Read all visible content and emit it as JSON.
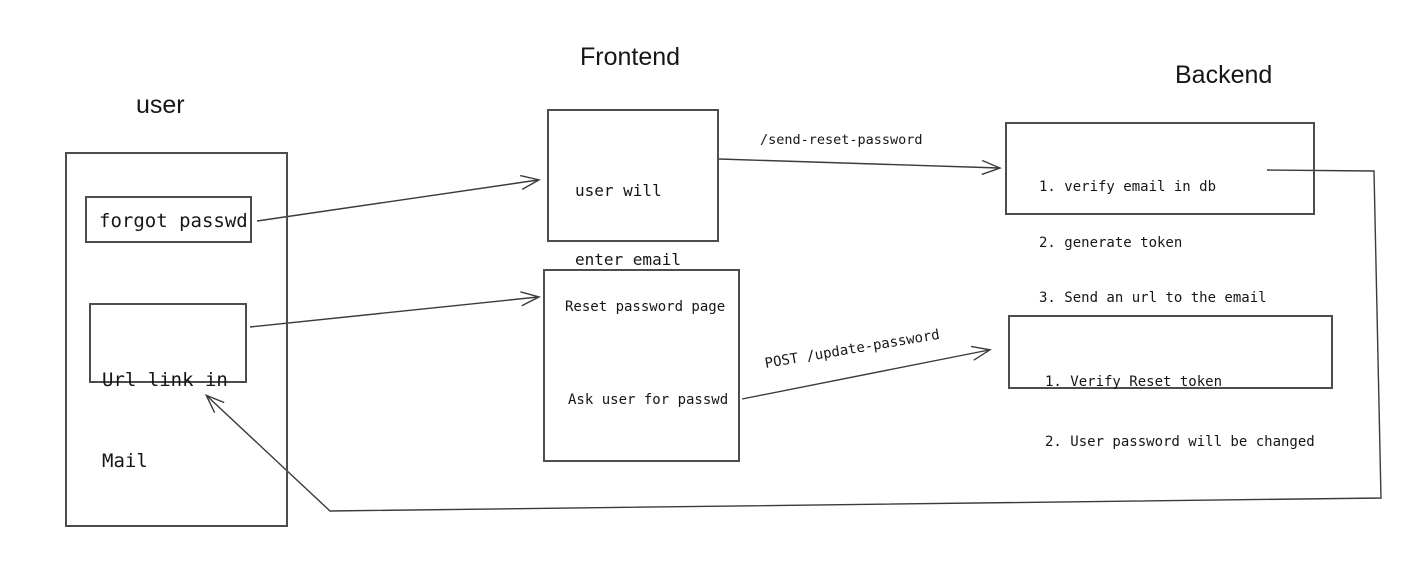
{
  "diagram": {
    "columns": {
      "user": {
        "title": "user"
      },
      "frontend": {
        "title": "Frontend"
      },
      "backend": {
        "title": "Backend"
      }
    },
    "user_lane": {
      "forgot_passwd": "forgot passwd",
      "url_link_line1": "Url link in",
      "url_link_line2": "Mail"
    },
    "frontend_lane": {
      "enter_email_line1": "user will",
      "enter_email_line2": "enter email",
      "reset_page": "Reset password page",
      "ask_passwd": "Ask user for passwd"
    },
    "backend_lane": {
      "send_reset_steps": [
        "1. verify email in db",
        "2. generate token",
        "3. Send an url to the email"
      ],
      "update_steps": [
        "1. Verify Reset token",
        "2. User password will be changed"
      ]
    },
    "edge_labels": {
      "send_reset": "/send-reset-password",
      "update_password": "POST /update-password"
    }
  },
  "colors": {
    "background": "#ffffff",
    "line": "#3b3b3b",
    "box_border": "#4d4d4d",
    "text": "#161616"
  }
}
